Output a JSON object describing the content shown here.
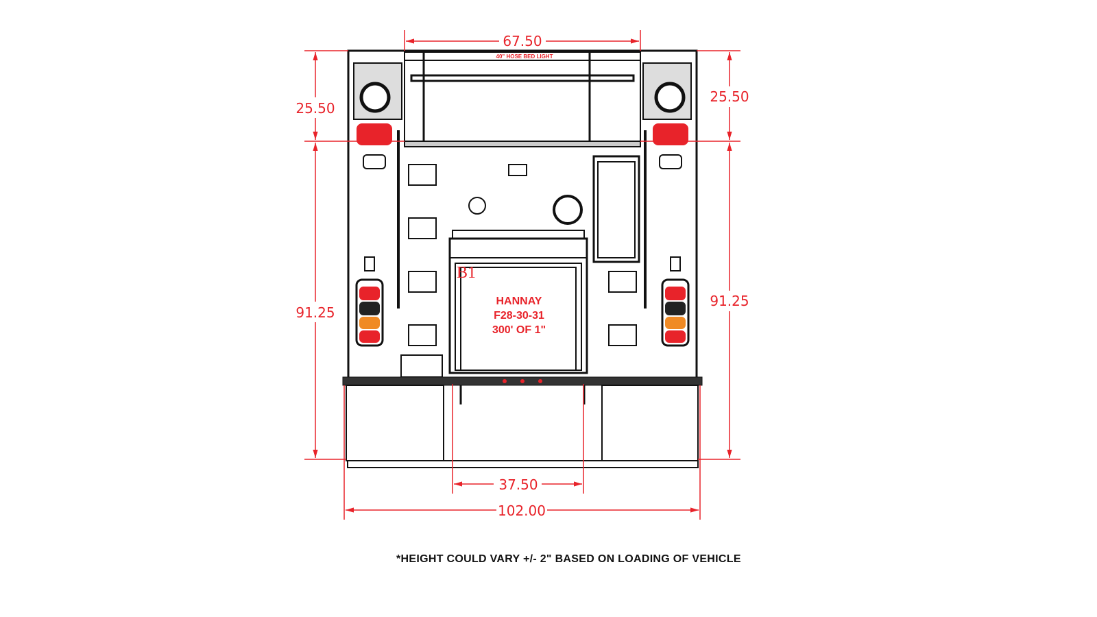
{
  "dimensions": {
    "top_width": "67.50",
    "upper_height_left": "25.50",
    "upper_height_right": "25.50",
    "body_height_left": "91.25",
    "body_height_right": "91.25",
    "door_width": "37.50",
    "overall_width": "102.00"
  },
  "labels": {
    "light_label": "40\" HOSE BED LIGHT",
    "compartment_id": "B1",
    "hose_line1": "HANNAY",
    "hose_line2": "F28-30-31",
    "hose_line3": "300' OF 1\""
  },
  "footnote": "*HEIGHT COULD VARY +/- 2\" BASED ON LOADING OF VEHICLE",
  "colors": {
    "dimension": "#e8232a",
    "line": "#111111"
  }
}
